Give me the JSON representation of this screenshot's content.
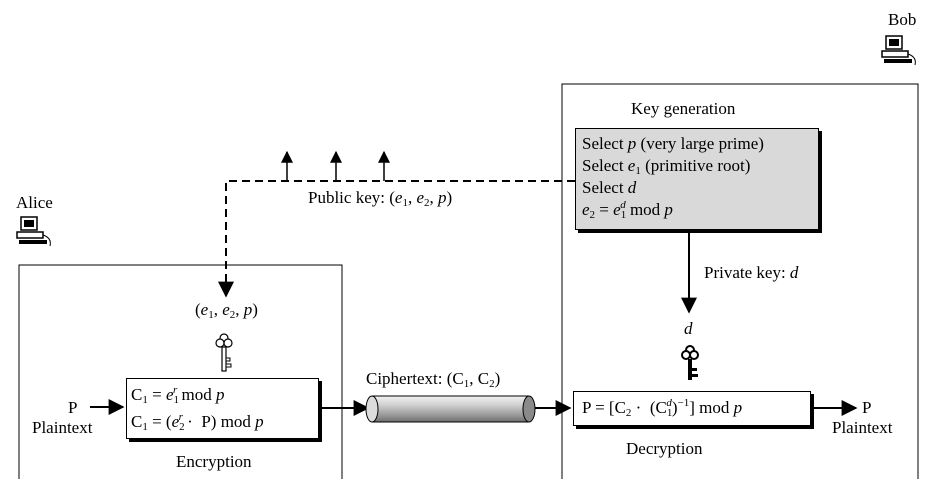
{
  "people": {
    "alice": "Alice",
    "bob": "Bob"
  },
  "key_generation": {
    "title": "Key generation",
    "select_p": {
      "text": "Select ",
      "var": "p",
      "rest": " (very large prime)"
    },
    "select_e1": {
      "text": "Select ",
      "var": "e",
      "sub": "1",
      "rest": " (primitive root)"
    },
    "select_d": {
      "text": "Select ",
      "var": "d"
    },
    "e2_formula": {
      "lhs": "e",
      "lhs_sub": "2",
      "eq": " = ",
      "base": "e",
      "base_sub": "1",
      "exp": "d",
      "mod": " mod ",
      "p": "p"
    }
  },
  "public_key": {
    "prefix": "Public key: (",
    "e": "e",
    "s1": "1",
    "s2": "2",
    "comma": ", ",
    "p": "p",
    "close": ")"
  },
  "private_key": {
    "prefix": "Private key: ",
    "var": "d"
  },
  "alice_key": {
    "open": "(",
    "e": "e",
    "s1": "1",
    "s2": "2",
    "comma": ", ",
    "p": "p",
    "close": ")"
  },
  "bob_key": "d",
  "encryption": {
    "title": "Encryption",
    "c1_line": {
      "c": "C",
      "c_sub": "1",
      "eq": " = ",
      "e": "e",
      "e_sub": "1",
      "exp": "r",
      "mod": " mod ",
      "p": "p"
    },
    "c2_line": {
      "c": "C",
      "c_sub": "1",
      "eq": " = (",
      "e": "e",
      "e_sub": "2",
      "exp": "r",
      "dot": " ·  P) mod ",
      "p": "p"
    }
  },
  "decryption": {
    "title": "Decryption",
    "formula": {
      "a": "P = [C",
      "a_sub": "2",
      "b": " ·  (C",
      "b_sub": "1",
      "b_exp": "d",
      "c": ")",
      "c_exp": "−1",
      "d": "] mod ",
      "p": "p"
    }
  },
  "ciphertext": {
    "prefix": "Ciphertext: (C",
    "s1": "1",
    "comma": ", C",
    "s2": "2",
    "close": ")"
  },
  "plaintext_in": {
    "symbol": "P",
    "label": "Plaintext"
  },
  "plaintext_out": {
    "symbol": "P",
    "label": "Plaintext"
  }
}
